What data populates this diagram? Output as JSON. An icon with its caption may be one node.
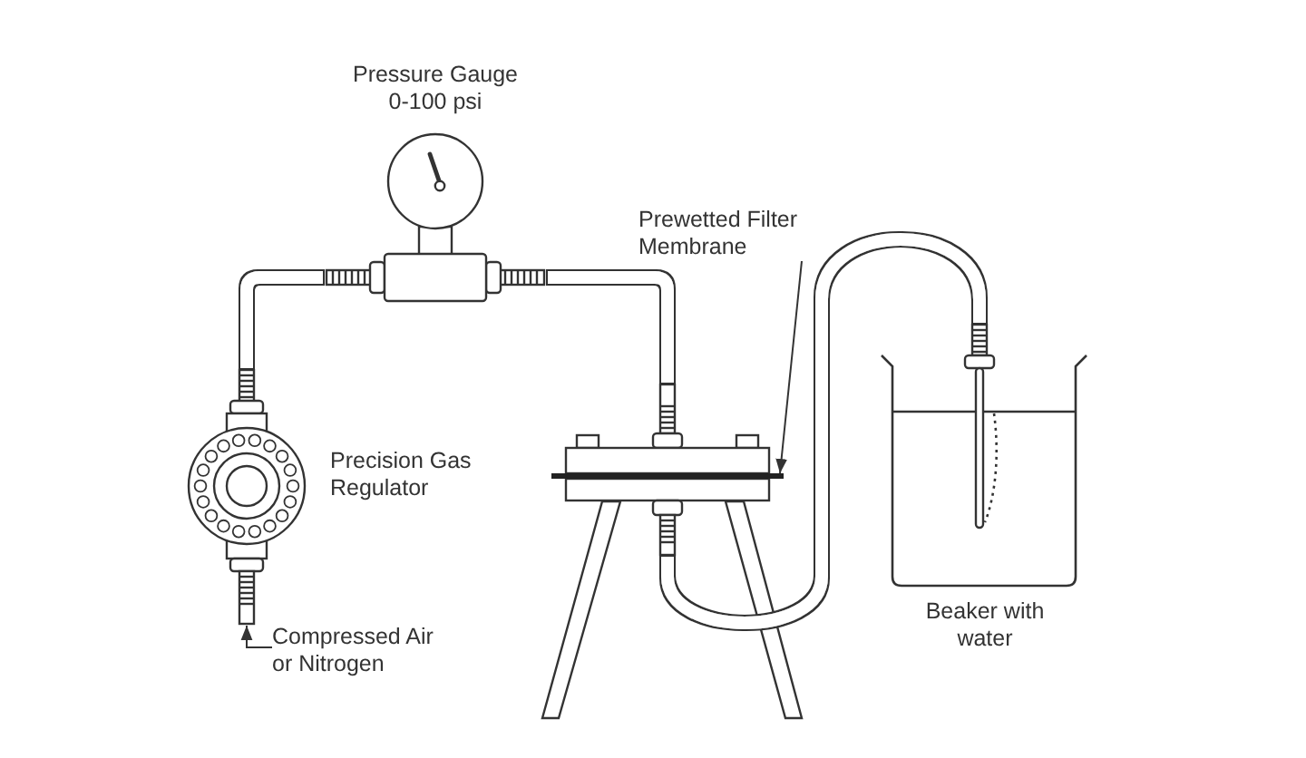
{
  "diagram": {
    "nodes": [
      {
        "text": [
          "Pressure Gauge 0-100 psi"
        ]
      },
      {
        "text": [
          "Prewetted Filter Membrane"
        ]
      },
      {
        "text": [],
        "shape": "picture",
        "beside": [
          "Precision Gas Regulator"
        ]
      },
      {
        "text": [],
        "shape": "picture"
      },
      {
        "text": [],
        "shape": "bar",
        "in": 3
      },
      {
        "text": [],
        "shape": "picture",
        "beside": [
          "Beaker with water"
        ]
      },
      {
        "text": [
          "Compressed Air or Nitrogen"
        ]
      }
    ],
    "edges": [
      {
        "from": 2,
        "to": 0,
        "arrow": "none"
      },
      {
        "from": 0,
        "to": 3,
        "arrow": "none"
      },
      {
        "from": 3,
        "to": 5,
        "arrow": "none"
      },
      {
        "from": 1,
        "to": 4,
        "arrow": "to"
      },
      {
        "from": 6,
        "to": 2,
        "arrow": "to"
      }
    ]
  }
}
